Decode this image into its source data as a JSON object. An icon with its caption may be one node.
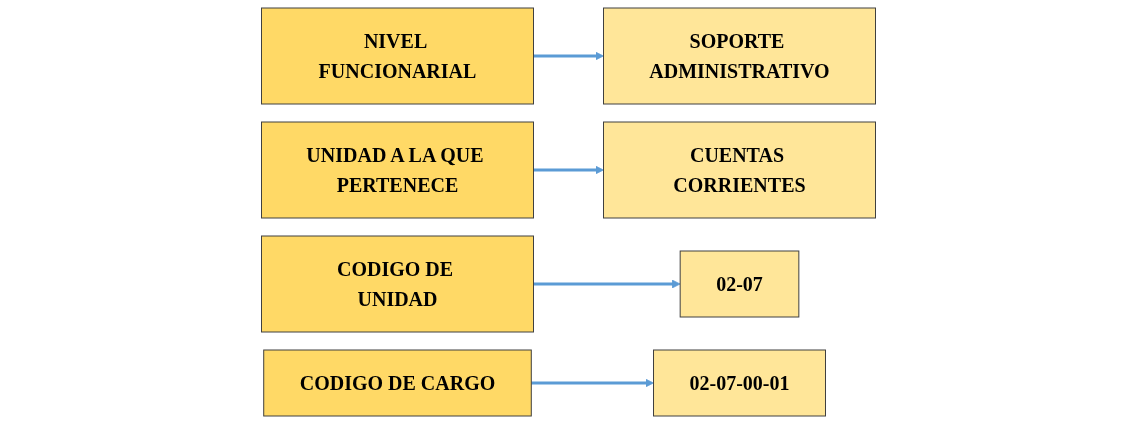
{
  "diagram": {
    "nodes": [
      {
        "text": [
          "NIVEL FUNCIONARIAL"
        ]
      },
      {
        "text": [
          "SOPORTE ADMINISTRATIVO"
        ]
      },
      {
        "text": [
          "UNIDAD A LA QUE PERTENECE"
        ]
      },
      {
        "text": [
          "CUENTAS CORRIENTES"
        ]
      },
      {
        "text": [
          "CODIGO DE UNIDAD"
        ]
      },
      {
        "text": [
          "02-07"
        ]
      },
      {
        "text": [
          "CODIGO DE CARGO"
        ]
      },
      {
        "text": [
          "02-07-00-01"
        ]
      }
    ],
    "edges": [
      {
        "from": 0,
        "to": 1,
        "arrow": "to"
      },
      {
        "from": 2,
        "to": 3,
        "arrow": "to"
      },
      {
        "from": 4,
        "to": 5,
        "arrow": "to"
      },
      {
        "from": 6,
        "to": 7,
        "arrow": "to"
      }
    ]
  }
}
